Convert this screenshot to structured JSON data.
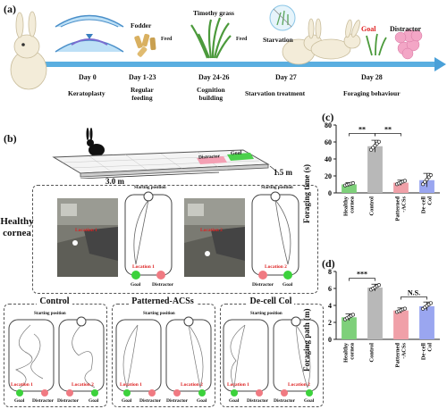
{
  "panel_a": {
    "letter": "(a)",
    "days": [
      "Day 0",
      "Day 1-23",
      "Day 24-26",
      "Day 27",
      "Day 28"
    ],
    "steps": [
      "Keratoplasty",
      "Regular feeding",
      "Cognition building",
      "Starvation treatment",
      "Foraging behaviour"
    ],
    "regular_feeding_lines": [
      "Regular",
      "feeding"
    ],
    "cognition_lines": [
      "Cognition",
      "building"
    ],
    "fodder": "Fodder",
    "timothy": "Timothy grass",
    "feed": "Feed",
    "starvation": "Starvation",
    "goal": "Goal",
    "distractor": "Distractor",
    "colors": {
      "arrow": "#4aa0d8",
      "goal": "#e02020"
    }
  },
  "panel_b": {
    "letter": "(b)",
    "arena_width": "3.0 m",
    "arena_depth": "1.5 m",
    "distractor_tag": "Distractor",
    "goal_tag": "Goal",
    "healthy_label_lines": [
      "Healthy",
      "cornea"
    ],
    "starting_position": "Starting position",
    "location1": "Location 1",
    "location2": "Location 2",
    "goal": "Goal",
    "distractor": "Distractor",
    "groups": [
      "Control",
      "Patterned-ACSs",
      "De-cell Col"
    ]
  },
  "panel_c": {
    "letter": "(c)",
    "ylabel": "Foraging time (s)",
    "yticks": [
      "0",
      "20",
      "40",
      "60",
      "80"
    ],
    "sig": [
      "**",
      "**"
    ],
    "categories_lines": [
      [
        "Healthy",
        "cornea"
      ],
      [
        "Control"
      ],
      [
        "Patterned",
        "-ACSs"
      ],
      [
        "De-cell",
        "Col"
      ]
    ]
  },
  "panel_d": {
    "letter": "(d)",
    "ylabel": "Foraging path (m)",
    "yticks": [
      "0",
      "2",
      "4",
      "6",
      "8"
    ],
    "sig": [
      "***",
      "N.S."
    ],
    "categories_lines": [
      [
        "Healthy",
        "cornea"
      ],
      [
        "Control"
      ],
      [
        "Patterned",
        "-ACSs"
      ],
      [
        "De-cell",
        "Col"
      ]
    ]
  },
  "chart_data": [
    {
      "type": "bar",
      "ylabel": "Foraging time (s)",
      "ylim": [
        0,
        80
      ],
      "categories": [
        "Healthy cornea",
        "Control",
        "Patterned-ACSs",
        "De-cell Col"
      ],
      "values": [
        10,
        55,
        12,
        15
      ],
      "errors": [
        2,
        7,
        3,
        8
      ],
      "colors": [
        "#7ed07a",
        "#b8b8b8",
        "#f0a0a8",
        "#9aa6f0"
      ]
    },
    {
      "type": "bar",
      "ylabel": "Foraging path (m)",
      "ylim": [
        0,
        8
      ],
      "categories": [
        "Healthy cornea",
        "Control",
        "Patterned-ACSs",
        "De-cell Col"
      ],
      "values": [
        2.6,
        6.1,
        3.4,
        3.9
      ],
      "errors": [
        0.4,
        0.4,
        0.3,
        0.5
      ],
      "colors": [
        "#7ed07a",
        "#b8b8b8",
        "#f0a0a8",
        "#9aa6f0"
      ]
    }
  ]
}
